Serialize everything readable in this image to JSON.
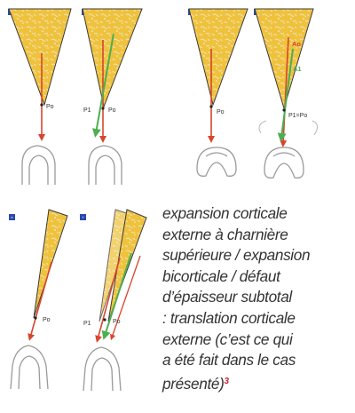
{
  "colors": {
    "bone_fill": "#f0c23c",
    "bone_stroke": "#3a3a3a",
    "arrow_red": "#d8452c",
    "arrow_green": "#4caf50",
    "badge_blue": "#2b4aa8",
    "tooth_stroke": "#9a9a9a",
    "caption_text": "#333333",
    "reference_color": "#d11f3a"
  },
  "panels": [
    {
      "id": "a",
      "badge": "a",
      "point_labels": [
        "Po"
      ],
      "axis_labels": []
    },
    {
      "id": "b",
      "badge": "b",
      "point_labels": [
        "P1",
        "Po"
      ],
      "axis_labels": []
    },
    {
      "id": "c",
      "badge": "c",
      "point_labels": [
        "Po"
      ],
      "axis_labels": []
    },
    {
      "id": "d",
      "badge": "d",
      "point_labels": [
        "P1=Po"
      ],
      "axis_labels": [
        "Ao",
        "A1"
      ]
    },
    {
      "id": "e",
      "badge": "e",
      "point_labels": [
        "Po"
      ],
      "axis_labels": []
    },
    {
      "id": "f",
      "badge": "f",
      "point_labels": [
        "P1",
        "Po"
      ],
      "axis_labels": []
    }
  ],
  "caption": {
    "lines": [
      "expansion corticale",
      "externe à charnière",
      "supérieure / expansion",
      "bicorticale / défaut",
      "d’épaisseur subtotal",
      ": translation corticale",
      "externe (c’est ce qui",
      "a été fait dans le cas",
      "présenté)"
    ],
    "reference": "3"
  }
}
